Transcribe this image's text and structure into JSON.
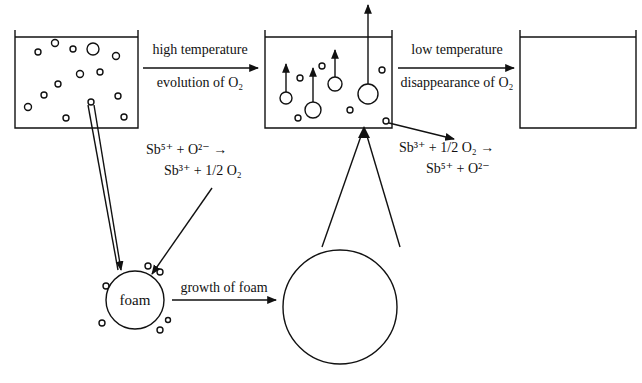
{
  "diagram": {
    "nodes": [
      {
        "text": [
          "foam"
        ]
      }
    ],
    "labels": [
      "high temperature",
      "evolution of O₂",
      "low temperature",
      "disappearance of O₂",
      "Sb⁵⁺ + O²⁻ →",
      "Sb³⁺ + 1/2 O₂",
      "Sb³⁺ + 1/2 O₂ →",
      "Sb⁵⁺ + O²⁻",
      "growth of foam"
    ]
  }
}
